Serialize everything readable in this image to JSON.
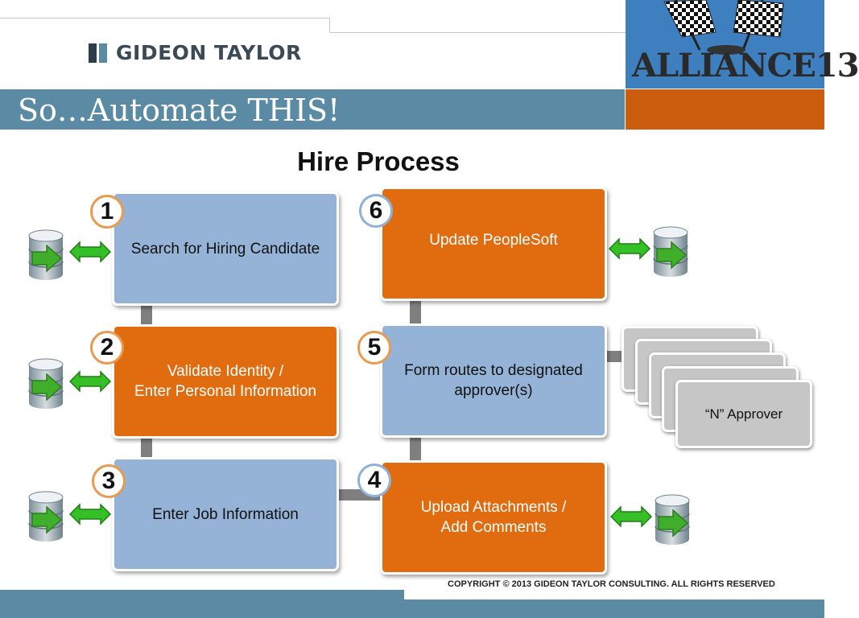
{
  "header": {
    "logo_text": "GIDEON TAYLOR",
    "slide_title": "So…Automate THIS!",
    "badge_text": "ALLIANCE13"
  },
  "diagram": {
    "title": "Hire Process",
    "steps": [
      {
        "number": "1",
        "label": "Search for Hiring Candidate"
      },
      {
        "number": "2",
        "label_line1": "Validate Identity /",
        "label_line2": "Enter Personal Information"
      },
      {
        "number": "3",
        "label": "Enter Job Information"
      },
      {
        "number": "4",
        "label_line1": "Upload Attachments /",
        "label_line2": "Add Comments"
      },
      {
        "number": "5",
        "label_line1": "Form routes to designated",
        "label_line2": "approver(s)"
      },
      {
        "number": "6",
        "label": "Update PeopleSoft"
      }
    ],
    "approver_label": "“N” Approver"
  },
  "footer": {
    "copyright": "COPYRIGHT © 2013 GIDEON TAYLOR CONSULTING. ALL RIGHTS RESERVED"
  },
  "colors": {
    "blue_box": "#95b3d7",
    "orange_box": "#e06c0f",
    "band": "#5b8ba4",
    "badge_orange": "#cc5d0f"
  },
  "icons": {
    "database": "database-icon",
    "arrow": "double-arrow-icon"
  }
}
